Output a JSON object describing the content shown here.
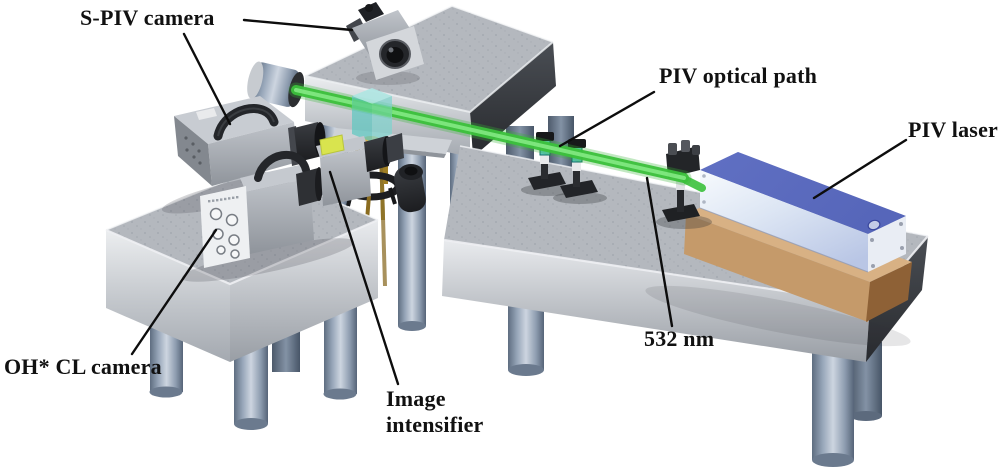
{
  "figure": {
    "type": "experimental-setup-diagram",
    "labels": {
      "s_piv_camera": "S-PIV camera",
      "piv_optical_path": "PIV optical path",
      "piv_laser": "PIV laser",
      "oh_cl_camera": "OH* CL camera",
      "image_intensifier_line1": "Image",
      "image_intensifier_line2": "intensifier",
      "wavelength": "532 nm"
    },
    "colors": {
      "beam_green": "#3cc13c",
      "laser_top_blue": "#5b6bbe",
      "laser_base_tan": "#c59a6a",
      "test_section_teal": "#5fc7c0",
      "burner_brass": "#b08a28",
      "intensifier_accent": "#d9e44e",
      "table_top_gray": "#b4b8be",
      "leg_blue_gray": "#8b9aad",
      "label_color": "#111111",
      "background": "#ffffff"
    },
    "components": [
      "s-piv-camera-side-view",
      "s-piv-camera-top-view",
      "oh-cl-camera",
      "image-intensifier",
      "test-section-cube",
      "burner",
      "beam-dump",
      "lens-mount-1",
      "lens-mount-2",
      "turning-mirror-mount",
      "piv-laser",
      "optical-table-left",
      "optical-table-center",
      "optical-table-right",
      "green-laser-beam"
    ]
  }
}
